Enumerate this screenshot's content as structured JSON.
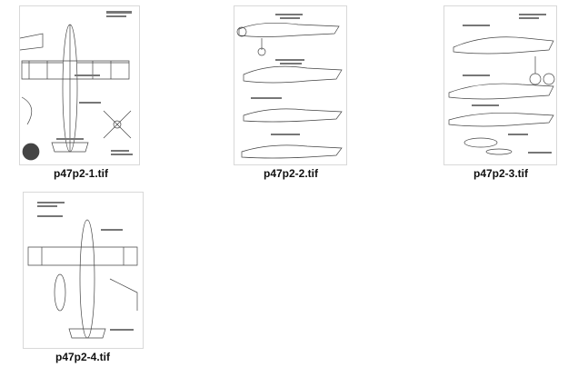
{
  "files": [
    {
      "name": "p47p2-1.tif"
    },
    {
      "name": "p47p2-2.tif"
    },
    {
      "name": "p47p2-3.tif"
    },
    {
      "name": "p47p2-4.tif"
    }
  ],
  "colors": {
    "background": "#ffffff",
    "line": "#333333",
    "caption": "#111111"
  }
}
